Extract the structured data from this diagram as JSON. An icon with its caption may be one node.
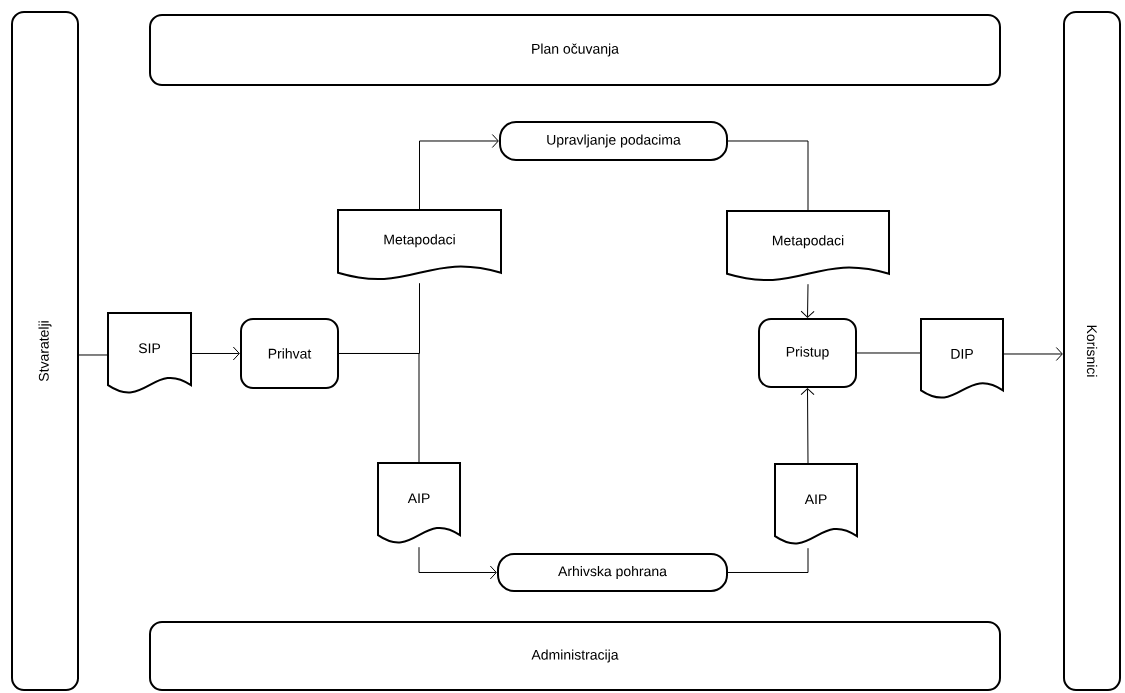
{
  "diagram": {
    "nodes": [
      {
        "text": [
          "Stvaratelji"
        ]
      },
      {
        "text": [
          "Plan očuvanja"
        ]
      },
      {
        "text": [
          "Korisnici"
        ]
      },
      {
        "text": [
          "SIP"
        ]
      },
      {
        "text": [
          "Prihvat"
        ]
      },
      {
        "text": [
          "Metapodaci"
        ]
      },
      {
        "text": [
          "Upravljanje podacima"
        ]
      },
      {
        "text": [
          "Metapodaci"
        ]
      },
      {
        "text": [
          "Pristup"
        ]
      },
      {
        "text": [
          "DIP"
        ]
      },
      {
        "text": [
          "AIP"
        ]
      },
      {
        "text": [
          "Arhivska pohrana"
        ]
      },
      {
        "text": [
          "AIP"
        ]
      },
      {
        "text": [
          "Administracija"
        ]
      }
    ],
    "edges": [
      {
        "from": 0,
        "to": 3,
        "arrow": "none"
      },
      {
        "from": 3,
        "to": 4,
        "arrow": "to"
      },
      {
        "from": 4,
        "to": 5,
        "arrow": "none"
      },
      {
        "from": 5,
        "to": 6,
        "arrow": "to"
      },
      {
        "from": 4,
        "to": 10,
        "arrow": "none"
      },
      {
        "from": 10,
        "to": 11,
        "arrow": "to"
      },
      {
        "from": 6,
        "to": 7,
        "arrow": "none"
      },
      {
        "from": 7,
        "to": 8,
        "arrow": "to"
      },
      {
        "from": 11,
        "to": 12,
        "arrow": "none"
      },
      {
        "from": 12,
        "to": 8,
        "arrow": "to"
      },
      {
        "from": 8,
        "to": 9,
        "arrow": "none"
      },
      {
        "from": 9,
        "to": 2,
        "arrow": "to"
      }
    ]
  }
}
